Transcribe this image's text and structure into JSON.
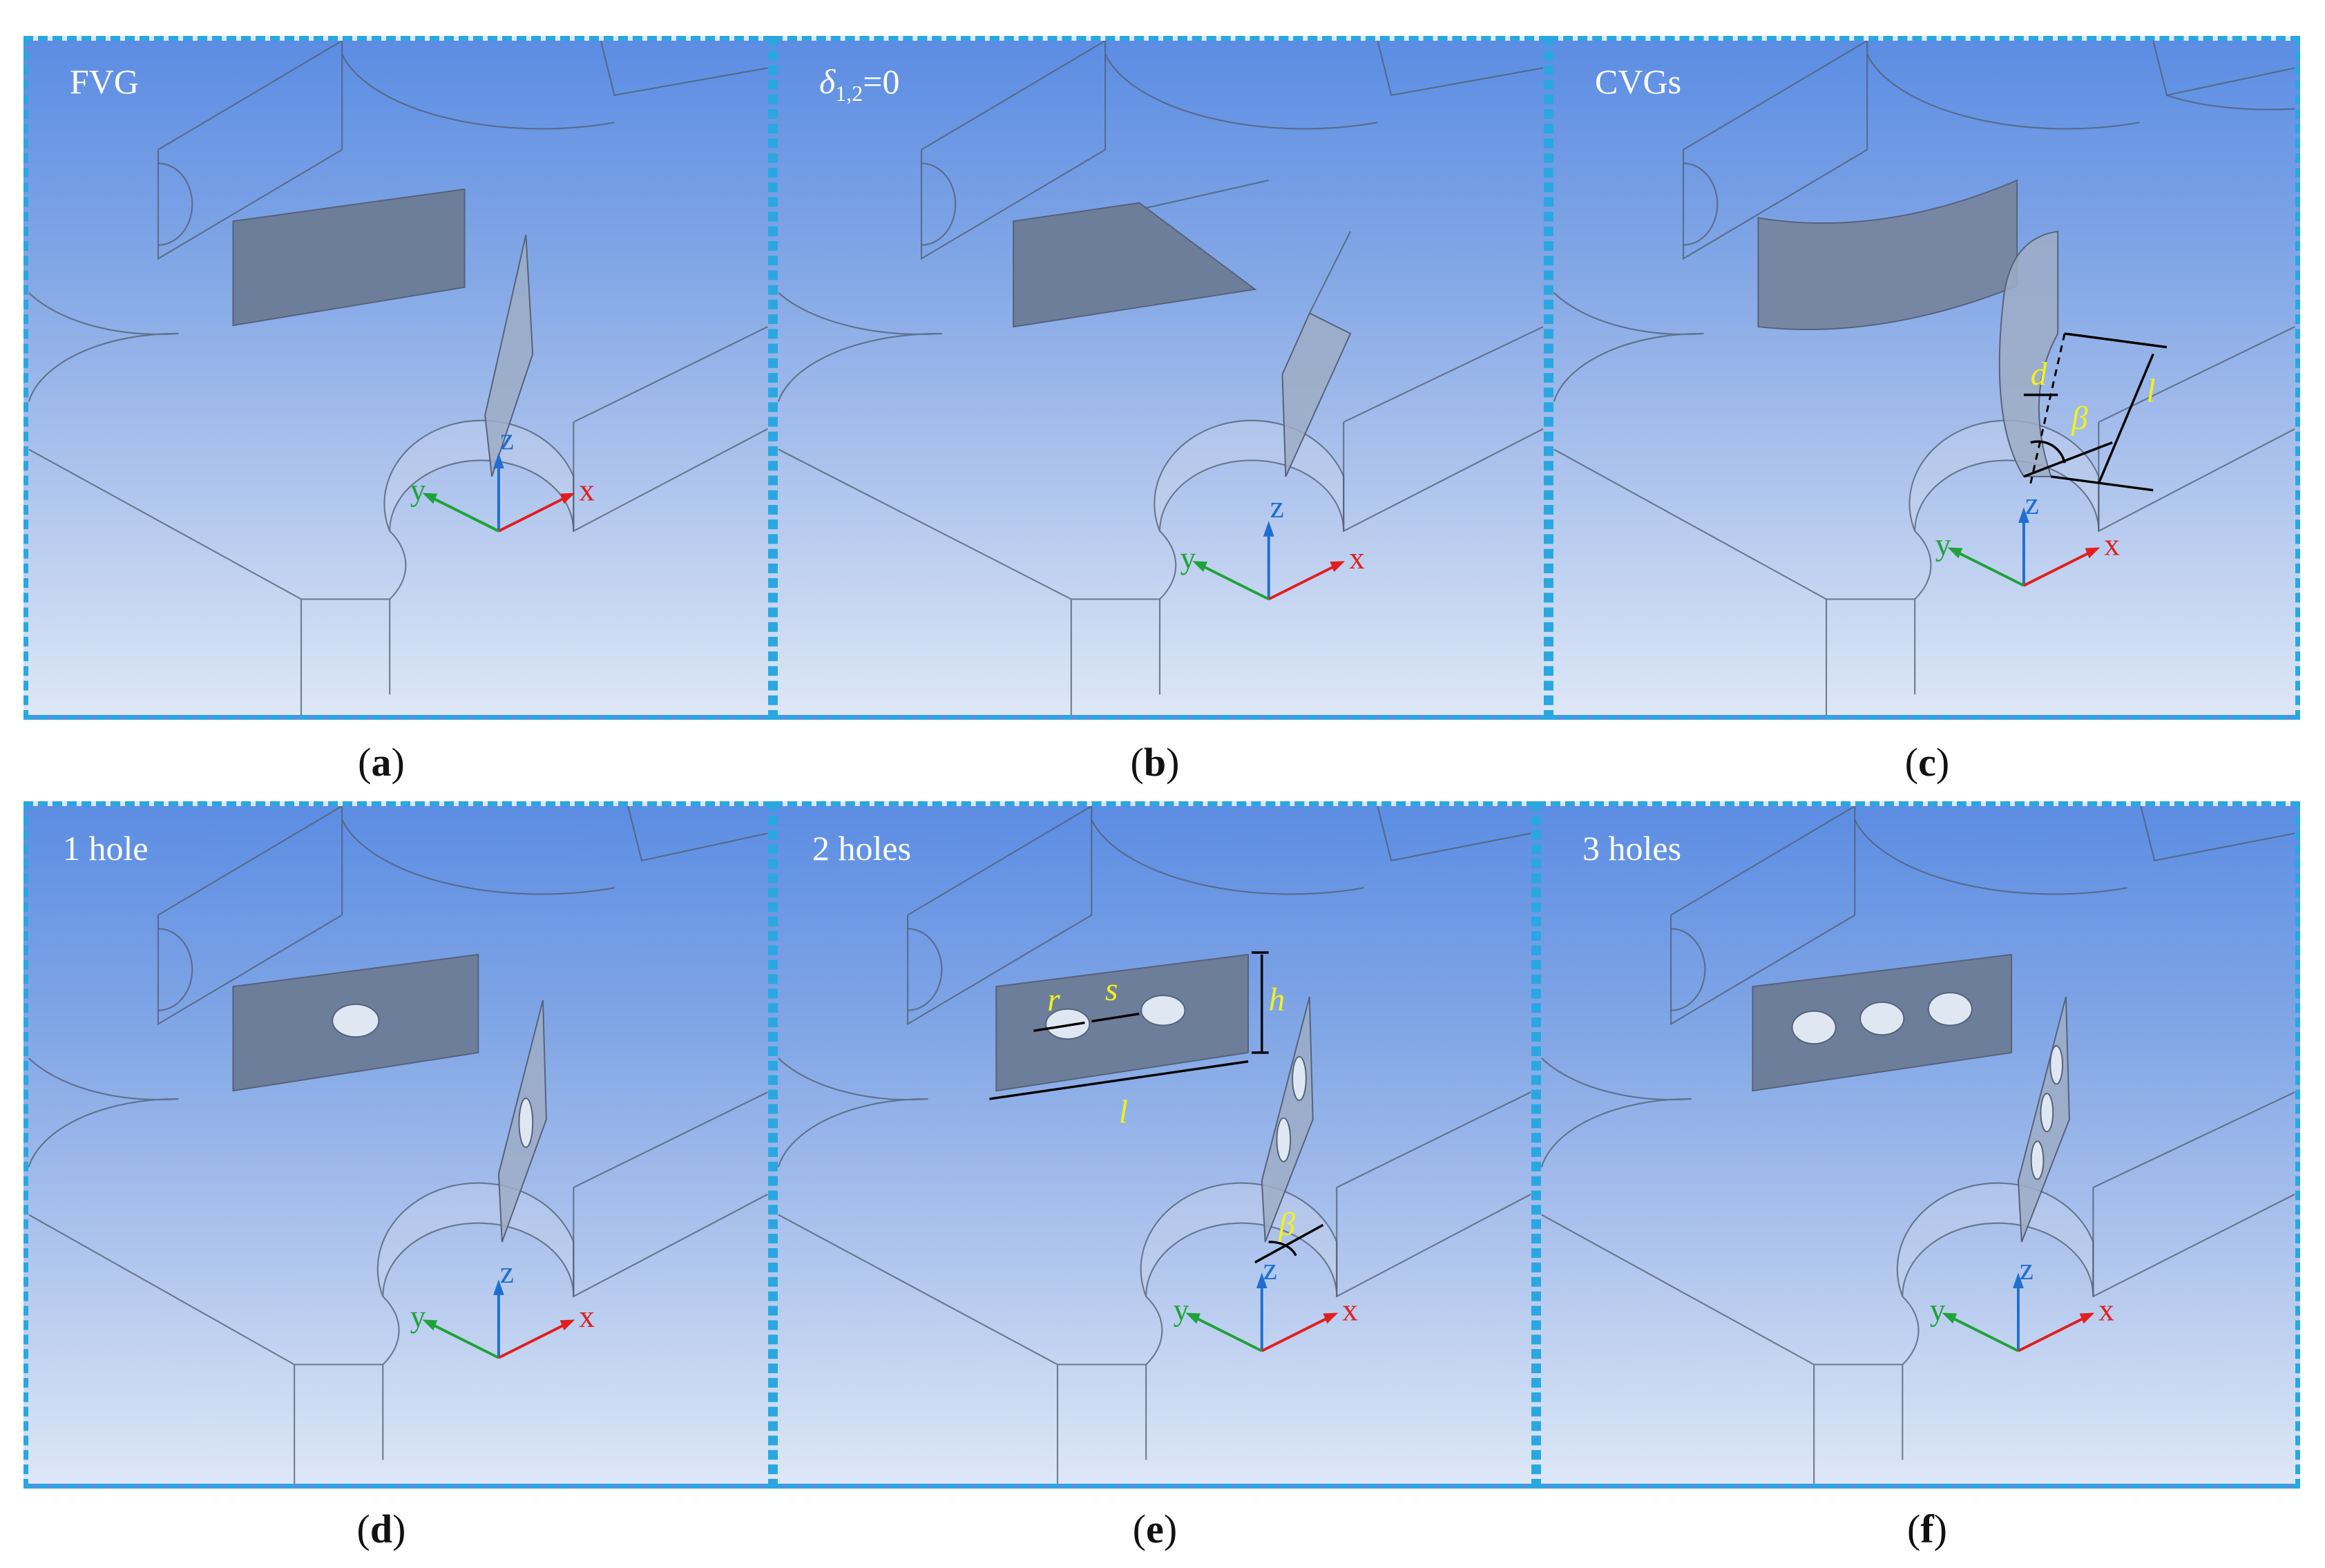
{
  "panels": [
    {
      "id": "a",
      "title": "FVG",
      "caption": "a"
    },
    {
      "id": "b",
      "title": "δ1,2=0",
      "caption": "b"
    },
    {
      "id": "c",
      "title": "CVGs",
      "caption": "c"
    },
    {
      "id": "d",
      "title": "1 hole",
      "caption": "d"
    },
    {
      "id": "e",
      "title": "2 holes",
      "caption": "e"
    },
    {
      "id": "f",
      "title": "3 holes",
      "caption": "f"
    }
  ],
  "axes": {
    "x": "x",
    "y": "y",
    "z": "z"
  },
  "dimensions": {
    "d": "d",
    "beta": "β",
    "l": "l",
    "r": "r",
    "s": "s",
    "h": "h"
  },
  "colors": {
    "border": "#2aa7e0",
    "x_axis": "#e01f1f",
    "y_axis": "#1fa23a",
    "z_axis": "#1f6fd0",
    "annotation": "#f2f21a"
  }
}
